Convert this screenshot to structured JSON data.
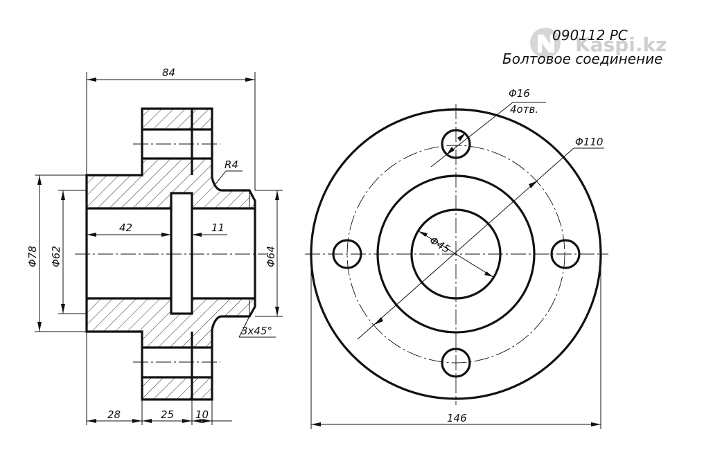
{
  "title": {
    "code": "090112  РС",
    "name": "Болтовое соединение"
  },
  "watermark": {
    "text": "Kaspi.kz",
    "icon": "kaspi-logo-icon"
  },
  "dimensions": {
    "total_length": "84",
    "bore_depth": "42",
    "groove_width": "11",
    "radius": "R4",
    "outer_diameter": "Φ78",
    "bore_diameter": "Φ62",
    "hub_diameter": "Φ64",
    "chamfer": "3x45°",
    "hub_length": "28",
    "flange_width": "25",
    "flange_step": "10",
    "hole_diameter": "Φ16",
    "hole_count": "4отв.",
    "bolt_circle": "Φ110",
    "center_bore": "Φ45",
    "flange_diameter": "146"
  }
}
